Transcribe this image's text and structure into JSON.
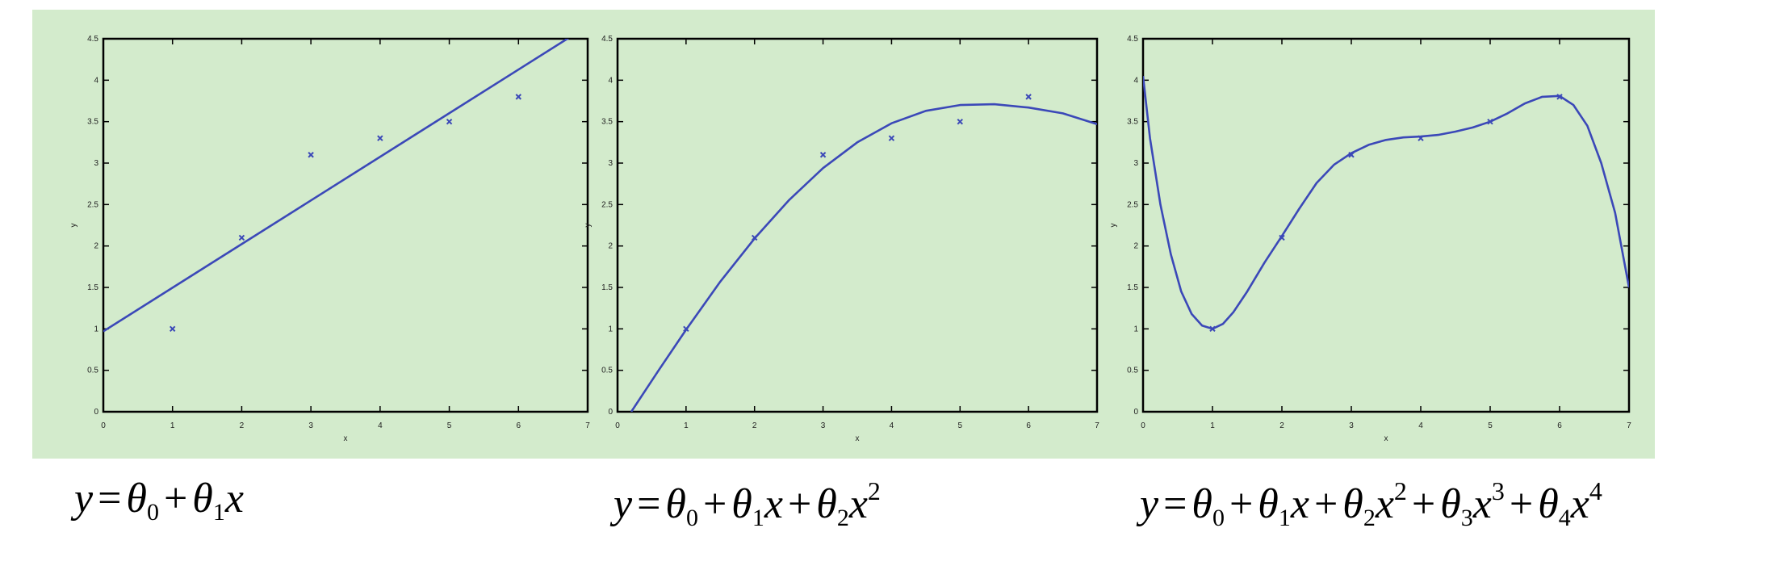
{
  "colors": {
    "panel_background": "#d3ebcc",
    "line": "#3b48b8",
    "marker": "#3b48b8",
    "axes": "#000000"
  },
  "chart_data": [
    {
      "type": "line",
      "title": "",
      "xlabel": "x",
      "ylabel": "y",
      "xlim": [
        0,
        7
      ],
      "ylim": [
        0,
        4.5
      ],
      "xticks": [
        "0",
        "1",
        "2",
        "3",
        "4",
        "5",
        "6",
        "7"
      ],
      "yticks": [
        "0",
        "0.5",
        "1",
        "1.5",
        "2",
        "2.5",
        "3",
        "3.5",
        "4",
        "4.5"
      ],
      "points": {
        "x": [
          1,
          2,
          3,
          4,
          5,
          6
        ],
        "y": [
          1.0,
          2.1,
          3.1,
          3.3,
          3.5,
          3.8
        ]
      },
      "series": [
        {
          "x": [
            0,
            6.8
          ],
          "y": [
            0.97,
            4.55
          ]
        }
      ],
      "equation": {
        "lhs": "y",
        "terms": [
          {
            "coef": "θ",
            "sub": "0",
            "var": "",
            "pow": ""
          },
          {
            "coef": "θ",
            "sub": "1",
            "var": "x",
            "pow": ""
          }
        ]
      }
    },
    {
      "type": "line",
      "title": "",
      "xlabel": "x",
      "ylabel": "y",
      "xlim": [
        0,
        7
      ],
      "ylim": [
        0,
        4.5
      ],
      "xticks": [
        "0",
        "1",
        "2",
        "3",
        "4",
        "5",
        "6",
        "7"
      ],
      "yticks": [
        "0",
        "0.5",
        "1",
        "1.5",
        "2",
        "2.5",
        "3",
        "3.5",
        "4",
        "4.5"
      ],
      "points": {
        "x": [
          1,
          2,
          3,
          4,
          5,
          6
        ],
        "y": [
          1.0,
          2.1,
          3.1,
          3.3,
          3.5,
          3.8
        ]
      },
      "series": [
        {
          "x": [
            0.2,
            0.6,
            1.0,
            1.5,
            2.0,
            2.5,
            3.0,
            3.5,
            4.0,
            4.5,
            5.0,
            5.5,
            6.0,
            6.5,
            7.0
          ],
          "y": [
            0.0,
            0.5,
            0.99,
            1.57,
            2.09,
            2.55,
            2.94,
            3.25,
            3.48,
            3.63,
            3.7,
            3.71,
            3.67,
            3.6,
            3.47
          ]
        }
      ],
      "equation": {
        "lhs": "y",
        "terms": [
          {
            "coef": "θ",
            "sub": "0",
            "var": "",
            "pow": ""
          },
          {
            "coef": "θ",
            "sub": "1",
            "var": "x",
            "pow": ""
          },
          {
            "coef": "θ",
            "sub": "2",
            "var": "x",
            "pow": "2"
          }
        ]
      }
    },
    {
      "type": "line",
      "title": "",
      "xlabel": "x",
      "ylabel": "y",
      "xlim": [
        0,
        7
      ],
      "ylim": [
        0,
        4.5
      ],
      "xticks": [
        "0",
        "1",
        "2",
        "3",
        "4",
        "5",
        "6",
        "7"
      ],
      "yticks": [
        "0",
        "0.5",
        "1",
        "1.5",
        "2",
        "2.5",
        "3",
        "3.5",
        "4",
        "4.5"
      ],
      "points": {
        "x": [
          1,
          2,
          3,
          4,
          5,
          6
        ],
        "y": [
          1.0,
          2.1,
          3.1,
          3.3,
          3.5,
          3.8
        ]
      },
      "series": [
        {
          "x": [
            0.0,
            0.1,
            0.25,
            0.4,
            0.55,
            0.7,
            0.85,
            1.0,
            1.15,
            1.3,
            1.5,
            1.75,
            2.0,
            2.25,
            2.5,
            2.75,
            3.0,
            3.25,
            3.5,
            3.75,
            4.0,
            4.25,
            4.5,
            4.75,
            5.0,
            5.25,
            5.5,
            5.75,
            6.0,
            6.2,
            6.4,
            6.6,
            6.8,
            7.0
          ],
          "y": [
            4.05,
            3.3,
            2.5,
            1.9,
            1.45,
            1.18,
            1.04,
            1.0,
            1.06,
            1.2,
            1.45,
            1.8,
            2.12,
            2.45,
            2.76,
            2.98,
            3.12,
            3.22,
            3.28,
            3.31,
            3.32,
            3.34,
            3.38,
            3.43,
            3.5,
            3.6,
            3.72,
            3.8,
            3.81,
            3.7,
            3.45,
            3.0,
            2.4,
            1.5
          ]
        }
      ],
      "equation": {
        "lhs": "y",
        "terms": [
          {
            "coef": "θ",
            "sub": "0",
            "var": "",
            "pow": ""
          },
          {
            "coef": "θ",
            "sub": "1",
            "var": "x",
            "pow": ""
          },
          {
            "coef": "θ",
            "sub": "2",
            "var": "x",
            "pow": "2"
          },
          {
            "coef": "θ",
            "sub": "3",
            "var": "x",
            "pow": "3"
          },
          {
            "coef": "θ",
            "sub": "4",
            "var": "x",
            "pow": "4"
          }
        ]
      }
    }
  ]
}
